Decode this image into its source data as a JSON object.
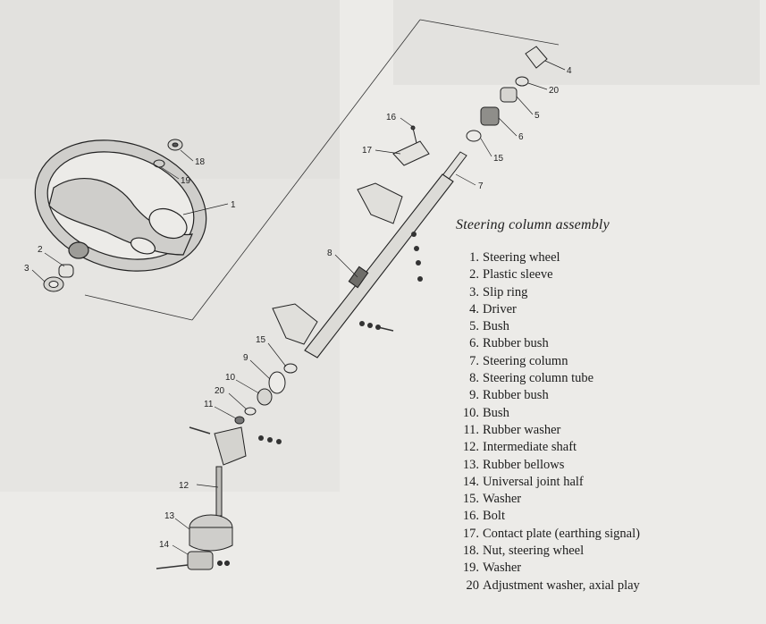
{
  "legend": {
    "title": "Steering column assembly",
    "items": [
      {
        "num": "1.",
        "label": "Steering wheel"
      },
      {
        "num": "2.",
        "label": "Plastic sleeve"
      },
      {
        "num": "3.",
        "label": "Slip ring"
      },
      {
        "num": "4.",
        "label": "Driver"
      },
      {
        "num": "5.",
        "label": "Bush"
      },
      {
        "num": "6.",
        "label": "Rubber bush"
      },
      {
        "num": "7.",
        "label": "Steering column"
      },
      {
        "num": "8.",
        "label": "Steering column tube"
      },
      {
        "num": "9.",
        "label": "Rubber bush"
      },
      {
        "num": "10.",
        "label": "Bush"
      },
      {
        "num": "11.",
        "label": "Rubber washer"
      },
      {
        "num": "12.",
        "label": "Intermediate shaft"
      },
      {
        "num": "13.",
        "label": "Rubber bellows"
      },
      {
        "num": "14.",
        "label": "Universal joint half"
      },
      {
        "num": "15.",
        "label": "Washer"
      },
      {
        "num": "16.",
        "label": "Bolt"
      },
      {
        "num": "17.",
        "label": "Contact plate (earthing signal)"
      },
      {
        "num": "18.",
        "label": "Nut, steering wheel"
      },
      {
        "num": "19.",
        "label": "Washer"
      },
      {
        "num": "20",
        "label": "Adjustment washer, axial play"
      }
    ]
  },
  "callouts": {
    "c1": "1",
    "c2": "2",
    "c3": "3",
    "c4": "4",
    "c5": "5",
    "c6": "6",
    "c7": "7",
    "c8": "8",
    "c9": "9",
    "c10": "10",
    "c11": "11",
    "c12": "12",
    "c13": "13",
    "c14": "14",
    "c15a": "15",
    "c15b": "15",
    "c16": "16",
    "c17": "17",
    "c18": "18",
    "c19": "19",
    "c20a": "20",
    "c20b": "20"
  },
  "colors": {
    "ink": "#1d1d1d",
    "paper": "#ecebe8"
  }
}
